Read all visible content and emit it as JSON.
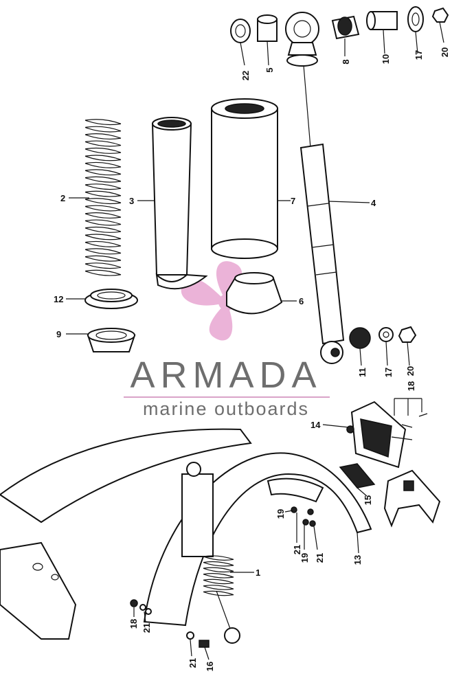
{
  "brand": {
    "name": "ARMADA",
    "tagline": "marine outboards",
    "accent_color": "#e8a6d2",
    "text_color": "#6e6e6e"
  },
  "callouts": [
    "22",
    "5",
    "8",
    "10",
    "17",
    "20",
    "2",
    "3",
    "7",
    "4",
    "12",
    "6",
    "9",
    "11",
    "17",
    "20",
    "18",
    "14",
    "15",
    "19",
    "21",
    "19",
    "21",
    "13",
    "1",
    "18",
    "21",
    "21",
    "16"
  ]
}
